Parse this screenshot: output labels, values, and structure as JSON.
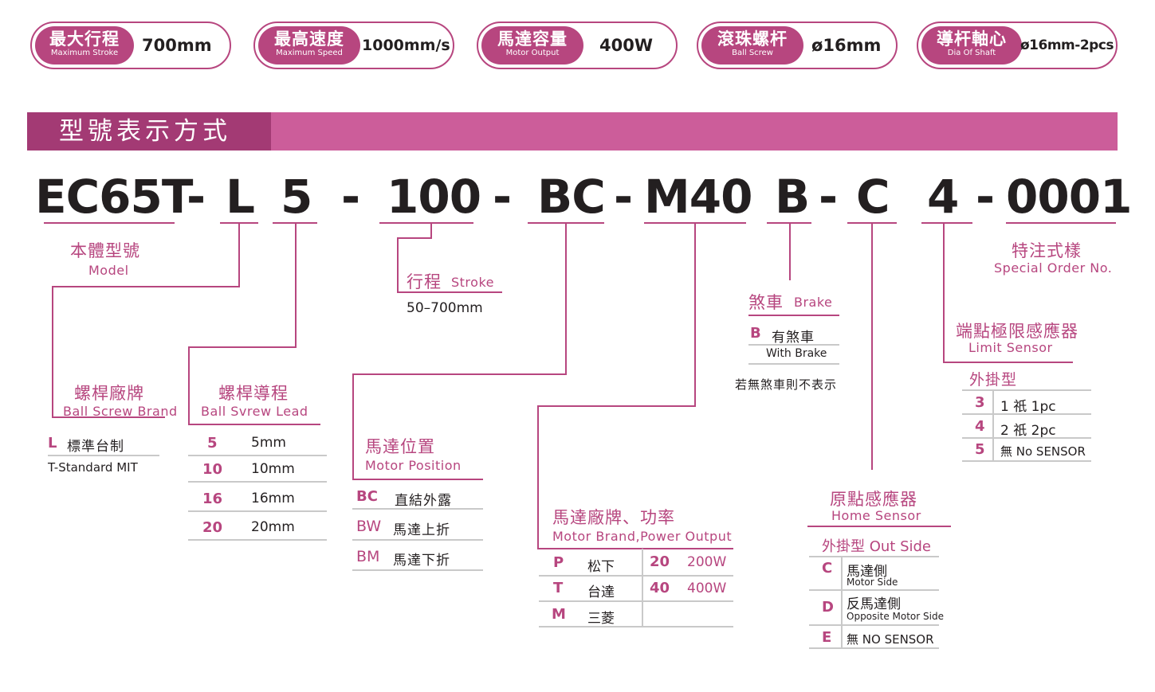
{
  "specs": [
    {
      "zh": "最大行程",
      "en": "Maximum Stroke",
      "value": "700mm"
    },
    {
      "zh": "最高速度",
      "en": "Maximum Speed",
      "value": "1000mm/s"
    },
    {
      "zh": "馬達容量",
      "en": "Motor Output",
      "value": "400W"
    },
    {
      "zh": "滾珠螺杆",
      "en": "Ball Screw",
      "value": "ø16mm"
    },
    {
      "zh": "導杆軸心",
      "en": "Dia Of Shaft",
      "value": "ø16mm-2pcs"
    }
  ],
  "section_title": "型號表示方式",
  "model_code": {
    "p1": "EC65T",
    "d1": "-",
    "p2": "L",
    "p3": "5",
    "d2": "-",
    "p4": "100",
    "d3": "-",
    "p5": "BC",
    "d4": "-",
    "p6": "M40",
    "p7": "B",
    "d5": "-",
    "p8": "C",
    "p9": "4",
    "d6": "-",
    "p10": "0001"
  },
  "model": {
    "zh": "本體型號",
    "en": "Model"
  },
  "special": {
    "zh": "特注式樣",
    "en": "Special Order No."
  },
  "stroke": {
    "zh": "行程",
    "en": "Stroke",
    "range": "50–700mm"
  },
  "brake": {
    "zh": "煞車",
    "en": "Brake",
    "code": "B",
    "option_zh": "有煞車",
    "option_en": "With Brake",
    "note": "若無煞車則不表示"
  },
  "limit_sensor": {
    "zh": "端點極限感應器",
    "en": "Limit Sensor",
    "sub": "外掛型",
    "rows": [
      {
        "code": "3",
        "desc": "1 祇 1pc"
      },
      {
        "code": "4",
        "desc": "2 祇 2pc"
      },
      {
        "code": "5",
        "desc": "無 No SENSOR"
      }
    ]
  },
  "screw_brand": {
    "zh": "螺桿廠牌",
    "en": "Ball Screw Brand",
    "code": "L",
    "option_zh": "標準台制",
    "option_en": "T-Standard MIT"
  },
  "screw_lead": {
    "zh": "螺桿導程",
    "en": "Ball Svrew Lead",
    "rows": [
      {
        "code": "5",
        "val": "5mm"
      },
      {
        "code": "10",
        "val": "10mm"
      },
      {
        "code": "16",
        "val": "16mm"
      },
      {
        "code": "20",
        "val": "20mm"
      }
    ]
  },
  "motor_position": {
    "zh": "馬達位置",
    "en": "Motor Position",
    "rows": [
      {
        "code": "BC",
        "desc": "直結外露"
      },
      {
        "code": "BW",
        "desc": "馬達上折"
      },
      {
        "code": "BM",
        "desc": "馬達下折"
      }
    ]
  },
  "motor_brand": {
    "zh": "馬達廠牌、功率",
    "en": "Motor Brand,Power Output",
    "brands": [
      {
        "code": "P",
        "name": "松下"
      },
      {
        "code": "T",
        "name": "台達"
      },
      {
        "code": "M",
        "name": "三菱"
      }
    ],
    "powers": [
      {
        "code": "20",
        "val": "200W"
      },
      {
        "code": "40",
        "val": "400W"
      }
    ]
  },
  "home_sensor": {
    "zh": "原點感應器",
    "en": "Home Sensor",
    "sub": "外掛型 Out Side",
    "rows": [
      {
        "code": "C",
        "zh": "馬達側",
        "en": "Motor Side"
      },
      {
        "code": "D",
        "zh": "反馬達側",
        "en": "Opposite Motor Side"
      },
      {
        "code": "E",
        "zh": "無 NO SENSOR",
        "en": ""
      }
    ]
  },
  "colors": {
    "accent": "#b7467f",
    "banner": "#cc5d9a",
    "banner_dark": "#a33a74",
    "divider": "#c9c9c9"
  }
}
